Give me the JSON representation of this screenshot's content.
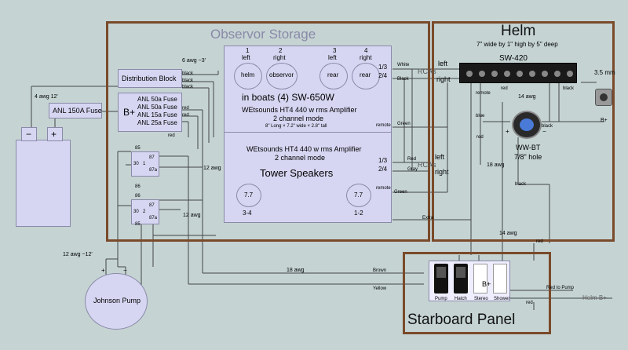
{
  "sections": {
    "observor_storage": "Observor Storage",
    "helm": "Helm",
    "helm_dims": "7\" wide by 1\" high by 5\" deep",
    "starboard_panel": "Starboard Panel"
  },
  "components": {
    "distribution_block": "Distribution Block",
    "fuse_block": {
      "bplus": "B+",
      "fuses": [
        "ANL 50a Fuse",
        "ANL 50a Fuse",
        "ANL 15a Fuse",
        "ANL 25a Fuse"
      ]
    },
    "main_fuse": "ANL 150A Fuse",
    "battery": {
      "neg": "−",
      "pos": "+"
    },
    "relay1": {
      "p85": "85",
      "p30": "30",
      "p1": "1",
      "p87": "87",
      "p87a": "87a",
      "p86": "86"
    },
    "relay2": {
      "p85": "85",
      "p30": "30",
      "p2": "2",
      "p87": "87",
      "p87a": "87a",
      "p86": "86"
    },
    "pump": {
      "label": "Johnson Pump",
      "plus": "+",
      "minus": "−"
    },
    "head_unit": "SW-420",
    "jack_label": "3.5 mm",
    "knob": {
      "label": "WW-BT",
      "hole": "7/8\" hole",
      "plus": "+",
      "minus": "−"
    },
    "speakers_top": {
      "title": "in boats (4) SW-650W",
      "nums": [
        "1",
        "2",
        "3",
        "4"
      ],
      "sides": [
        "left",
        "right",
        "left",
        "right"
      ],
      "labels": [
        "helm",
        "observor",
        "rear",
        "rear"
      ]
    },
    "amp1": {
      "line1": "WEtsounds HT4 440 w rms Amplifier",
      "line2": "2 channel mode",
      "dims": "8\" Long × 7.2\" wide × 2.8\" tall"
    },
    "amp2": {
      "line1": "WEtsounds HT4 440 w rms Amplifier",
      "line2": "2 channel mode",
      "title": "Tower Speakers"
    },
    "tower": {
      "left_val": "7.7",
      "left_ch": "3-4",
      "right_val": "7.7",
      "right_ch": "1-2"
    },
    "panel_switches": [
      "Pump",
      "Hatch",
      "Stereo",
      "Shower"
    ],
    "panel_bplus": "B+"
  },
  "wire_labels": {
    "awg6": "6 awg ~3'",
    "awg4": "4 awg 12'",
    "awg12a": "12 awg",
    "awg12b": "12 awg",
    "awg12pump": "12 awg ~12'",
    "awg14a": "14 awg",
    "awg14b": "14 awg",
    "awg18a": "18 awg",
    "awg18b": "18 awg",
    "ch13": "1/3",
    "ch24": "2/4",
    "ch13b": "1/3",
    "ch24b": "2/4",
    "rcas1": "RCAs",
    "rcas2": "RCAs",
    "left1": "left",
    "right1": "right",
    "left2": "left",
    "right2": "right",
    "white": "White",
    "black_rca": "Black",
    "red_rca": "Red",
    "gray": "Gray",
    "remote1": "remote",
    "remote2": "remote",
    "remote3": "remote",
    "green1": "Green",
    "green2": "Green",
    "black1": "black",
    "black2": "black",
    "black3": "black",
    "black4": "black",
    "black5": "black",
    "black6": "black",
    "red1": "red",
    "red2": "red",
    "red3": "red",
    "red4": "red",
    "red5": "red",
    "red6": "red",
    "red7": "red",
    "blue": "blue",
    "brown": "Brown",
    "yellow": "Yellow",
    "extra": "Extra",
    "bplus_right": "B+",
    "red_to_pump": "Red to Pump",
    "helm_bplus": "Helm B+"
  },
  "colors": {
    "background": "#c5d3d3",
    "frame": "#7a4a2a",
    "component_fill": "#d6d6f2",
    "wire": "#444444"
  }
}
